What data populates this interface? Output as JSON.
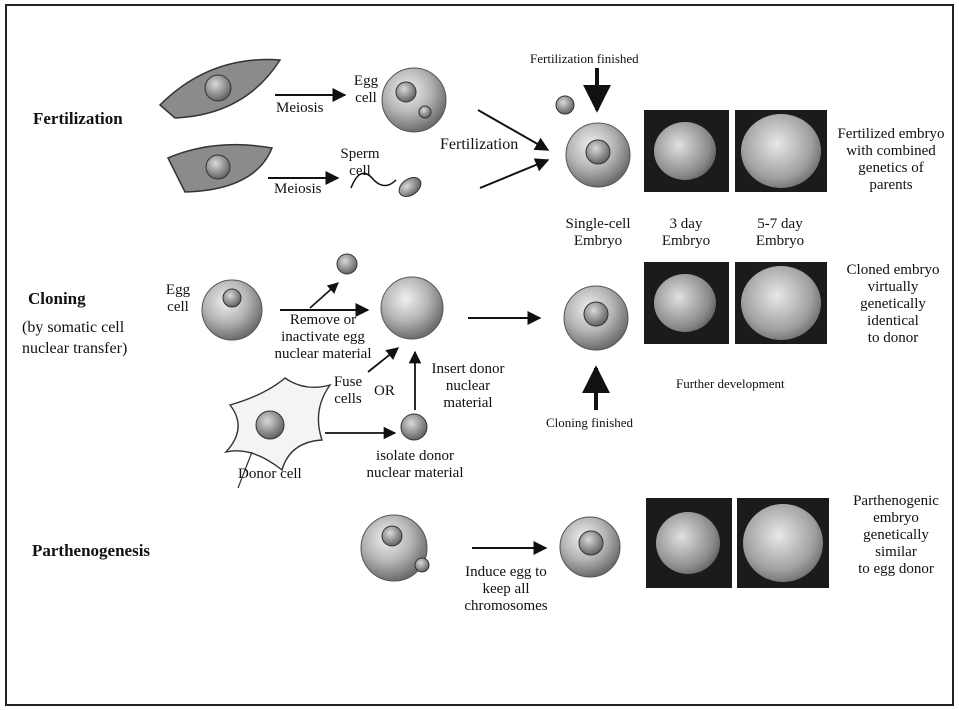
{
  "rows": {
    "fertilization": "Fertilization",
    "cloning": "Cloning",
    "cloning_sub1": "(by somatic cell",
    "cloning_sub2": "nuclear transfer)",
    "parthenogenesis": "Parthenogenesis"
  },
  "fert": {
    "meiosis_top": "Meiosis",
    "meiosis_bottom": "Meiosis",
    "egg_cell_1": "Egg",
    "egg_cell_2": "cell",
    "sperm_cell_1": "Sperm",
    "sperm_cell_2": "cell",
    "fertilization_arrow": "Fertilization",
    "finished": "Fertilization finished",
    "single_cell_1": "Single-cell",
    "single_cell_2": "Embryo",
    "day3_1": "3 day",
    "day3_2": "Embryo",
    "day57_1": "5-7 day",
    "day57_2": "Embryo",
    "result": [
      "Fertilized embryo",
      "with combined",
      "genetics of",
      "parents"
    ]
  },
  "clone": {
    "egg_cell_1": "Egg",
    "egg_cell_2": "cell",
    "remove": [
      "Remove or",
      "inactivate egg",
      "nuclear material"
    ],
    "fuse": [
      "Fuse",
      "cells"
    ],
    "or": "OR",
    "insert": [
      "Insert donor",
      "nuclear",
      "material"
    ],
    "isolate": [
      "isolate donor",
      "nuclear material"
    ],
    "donor_cell": "Donor cell",
    "finished": "Cloning finished",
    "further": "Further development",
    "result": [
      "Cloned embryo",
      "virtually",
      "genetically",
      "identical",
      "to donor"
    ]
  },
  "parth": {
    "induce": [
      "Induce egg to",
      "keep all",
      "chromosomes"
    ],
    "result": [
      "Parthenogenic",
      "embryo",
      "genetically",
      "similar",
      "to egg donor"
    ]
  }
}
